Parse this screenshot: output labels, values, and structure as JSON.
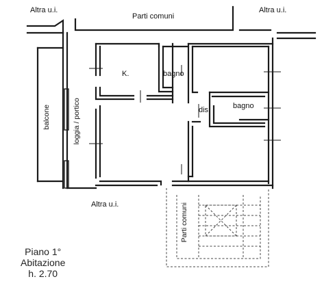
{
  "labels": {
    "altra_ui_top_left": "Altra u.i.",
    "parti_comuni_top": "Parti comuni",
    "altra_ui_top_right": "Altra u.i.",
    "kitchen": "K.",
    "bagno_left": "bagno",
    "bagno_right": "bagno",
    "dis": "dis.",
    "balcone": "balcone",
    "loggia_portico": "loggia / portico",
    "altra_ui_bottom": "Altra u.i.",
    "parti_comuni_stairs": "Parti comuni"
  },
  "legend": {
    "piano": "Piano 1°",
    "abitazione": "Abitazione",
    "altezza": "h. 2.70"
  },
  "colors": {
    "wall": "#1a1a1a",
    "dashed": "#444444",
    "background": "#ffffff"
  }
}
